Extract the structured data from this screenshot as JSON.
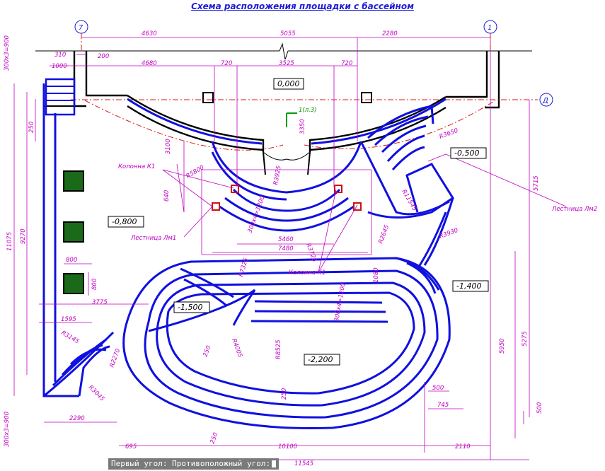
{
  "title": "Схема расположения площадки с бассейном",
  "axes": [
    "7",
    "1",
    "Д"
  ],
  "levels": [
    "0,000",
    "-0,500",
    "-0,800",
    "-1,400",
    "-1,500",
    "-2,200"
  ],
  "top_dims": [
    "4630",
    "5055",
    "2280",
    "310",
    "200",
    "1000",
    "4680",
    "720",
    "3525",
    "720"
  ],
  "left_dims": [
    "300х3=900",
    "250",
    "11075",
    "9270",
    "300х3=900"
  ],
  "right_dims": [
    "5715",
    "5275",
    "500"
  ],
  "bottom_dims": [
    "2290",
    "695",
    "10100",
    "2110",
    "11545",
    "500",
    "745"
  ],
  "inner_dims": [
    "3100",
    "3350",
    "640",
    "5460",
    "7480",
    "800",
    "800",
    "3775",
    "1595",
    "1080",
    "5950",
    "250",
    "250",
    "250"
  ],
  "radii": [
    "R5800",
    "R3925",
    "R3650",
    "R11545",
    "R2645",
    "R3930",
    "R3725",
    "R7325",
    "R4005",
    "R8525",
    "R3145",
    "R2270",
    "R3045"
  ],
  "stairs_text": [
    "300х4=1200",
    "300х4=1200"
  ],
  "labels": {
    "column_k1_top": "Колонна К1",
    "column_k1_bottom": "Колонна К1",
    "ladder_lm1": "Лестница Лм1",
    "ladder_lm2": "Лестница Лм2",
    "section_mark": "1(л.3)"
  },
  "command_line": "Первый угол: Противоположный угол:"
}
